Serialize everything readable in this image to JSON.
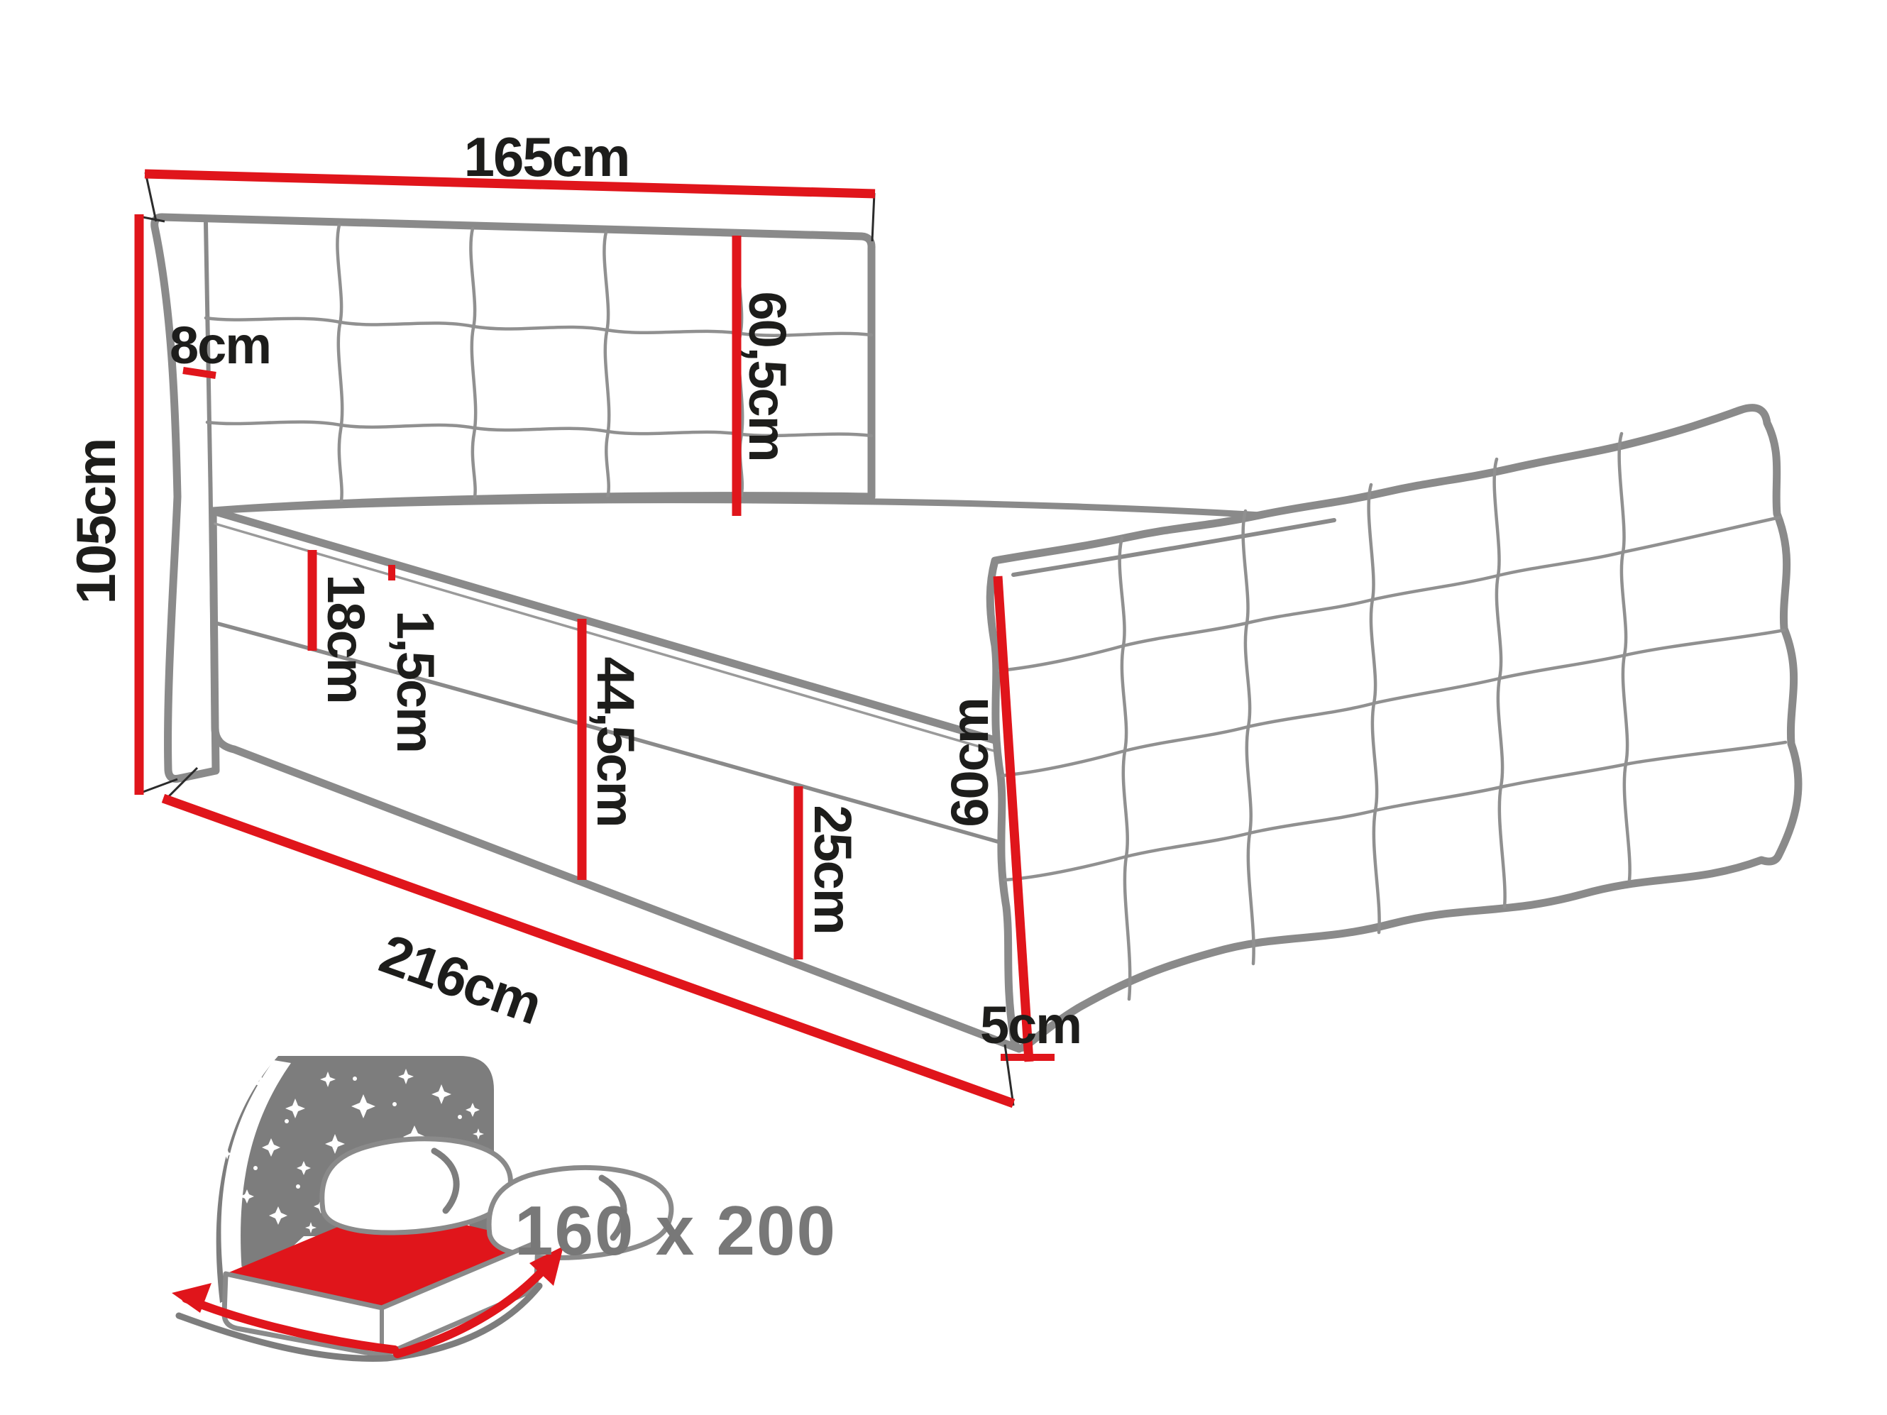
{
  "diagram": {
    "subject": "Upholstered bed technical dimension drawing with tufted headboard and footboard",
    "colors": {
      "dimension_line": "#e0151b",
      "bed_outline": "#8a8a8a",
      "label_text": "#1d1d1b",
      "pictogram": "#7d7d7d",
      "size_text": "#787878",
      "background": "#ffffff"
    },
    "dims": {
      "headboard_width": {
        "label": "165cm"
      },
      "headboard_side": {
        "label": "8cm"
      },
      "total_height": {
        "label": "105cm"
      },
      "headboard_panel_height": {
        "label": "60,5cm"
      },
      "mattress_lip": {
        "label": "1,5cm"
      },
      "mattress_height": {
        "label": "18cm"
      },
      "side_height": {
        "label": "44,5cm"
      },
      "box_height": {
        "label": "25cm"
      },
      "footboard_height": {
        "label": "60cm"
      },
      "total_length": {
        "label": "216cm"
      },
      "ground_clearance": {
        "label": "5cm"
      }
    },
    "badge": {
      "size_label": "160 x 200"
    }
  }
}
